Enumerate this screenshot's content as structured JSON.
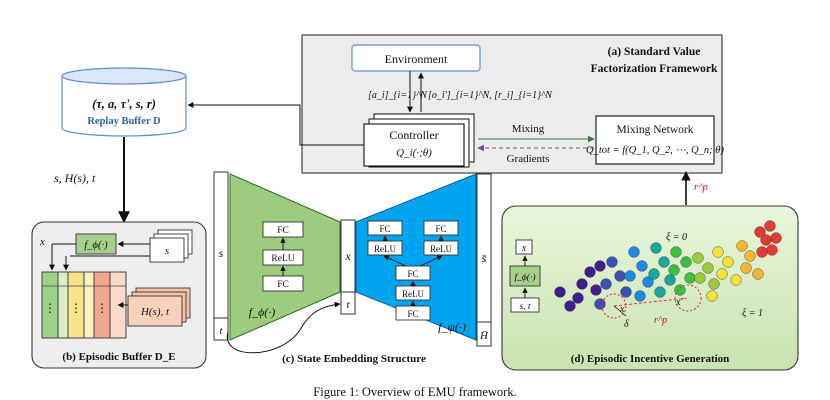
{
  "framework": {
    "title_line1": "(a) Standard Value",
    "title_line2": "Factorization Framework",
    "environment": "Environment",
    "controller": "Controller",
    "controller_q": "Q_i(·;θ)",
    "mixing_network": "Mixing Network",
    "mixing_eq": "Q_tot = f(Q_1, Q_2, ⋯, Q_n; θ)",
    "action_label": "[a_i]_{i=1}^N",
    "obs_label": "[o_i']_{i=1}^N, [r_i]_{i=1}^N",
    "mixing_arrow": "Mixing",
    "gradients_arrow": "Gradients",
    "incentive": "r^p"
  },
  "replay_buffer": {
    "tuple": "(τ, a, τ', s, r)",
    "name": "Replay Buffer D"
  },
  "link_label": "s, H(s), t",
  "episodic_buffer": {
    "x": "x",
    "f": "f_ϕ(·)",
    "s": "s",
    "hst": "H(s), t",
    "dots": "⋮",
    "caption": "(b) Episodic Buffer D_E"
  },
  "state_embedding": {
    "s": "s",
    "t": "t",
    "x": "x",
    "fc": "FC",
    "relu": "ReLU",
    "f_phi": "f_ϕ(·)",
    "f_psi": "f_ψ(·)",
    "s_bar": "s̄",
    "h_bar": "H̄",
    "caption": "(c) State Embedding Structure"
  },
  "incentive_gen": {
    "x": "x",
    "f": "f_ϕ(·)",
    "st": "s, t",
    "xi0": "ξ = 0",
    "xi1": "ξ = 1",
    "x_pt": "x",
    "x_prime": "x'",
    "delta": "δ",
    "rp": "r^p",
    "caption": "(d) Episodic Incentive Generation"
  },
  "figure_caption": "Figure 1: Overview of EMU framework."
}
